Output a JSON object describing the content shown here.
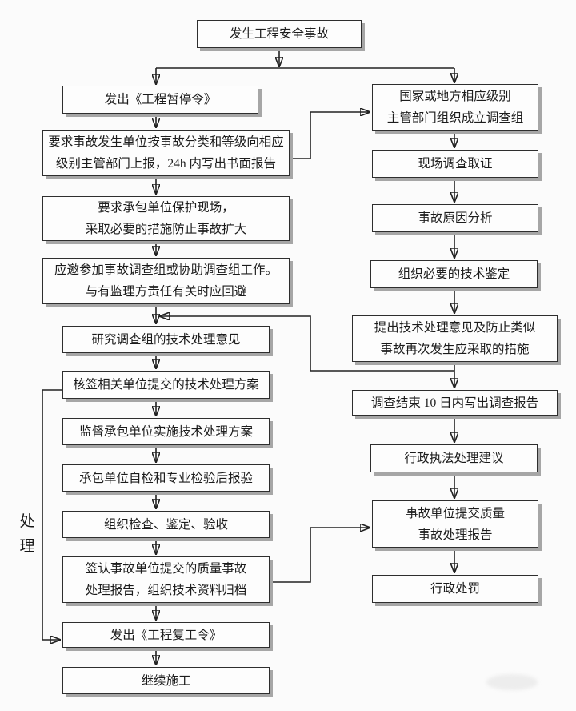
{
  "diagram": {
    "type": "flowchart",
    "colors": {
      "line": "#222222",
      "box_border": "#2e2e2e",
      "box_shadow": "#a6a6a6",
      "background": "#fbfbfb"
    },
    "side_label": "处\n理",
    "nodes": {
      "start": "发生工程安全事故",
      "l_suspend": "发出《工程暂停令》",
      "l_report": "要求事故发生单位按事故分类和等级向相应\n级别主管部门上报，24h 内写出书面报告",
      "l_protect": "要求承包单位保护现场，\n采取必要的措施防止事故扩大",
      "l_join": "应邀参加事故调查组或协助调查组工作。\n与有监理方责任有关时应回避",
      "l_study": "研究调查组的技术处理意见",
      "l_countersign": "核签相关单位提交的技术处理方案",
      "l_supervise": "监督承包单位实施技术处理方案",
      "l_inspect": "承包单位自检和专业检验后报验",
      "l_organize": "组织检查、鉴定、验收",
      "l_sign_report": "签认事故单位提交的质量事故\n处理报告，组织技术资料归档",
      "l_resume_order": "发出《工程复工令》",
      "l_continue": "继续施工",
      "r_team": "国家或地方相应级别\n主管部门组织成立调查组",
      "r_evidence": "现场调查取证",
      "r_cause": "事故原因分析",
      "r_appraisal": "组织必要的技术鉴定",
      "r_opinion": "提出技术处理意见及防止类似\n事故再次发生应采取的措施",
      "r_report10": "调查结束 10 日内写出调查报告",
      "r_law": "行政执法处理建议",
      "r_quality_report": "事故单位提交质量\n事故处理报告",
      "r_punishment": "行政处罚"
    }
  }
}
